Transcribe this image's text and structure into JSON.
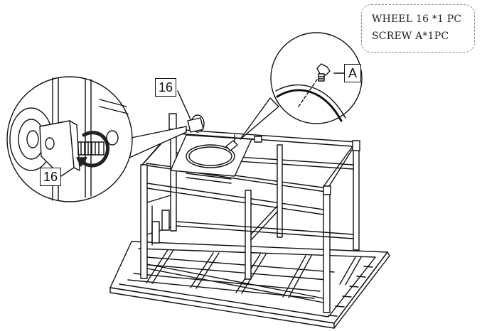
{
  "parts_box": {
    "line1": "WHEEL 16 *1 PC",
    "line2": "SCREW A*1PC"
  },
  "labels": {
    "part_top": "16",
    "part_detail": "16",
    "screw": "A"
  }
}
